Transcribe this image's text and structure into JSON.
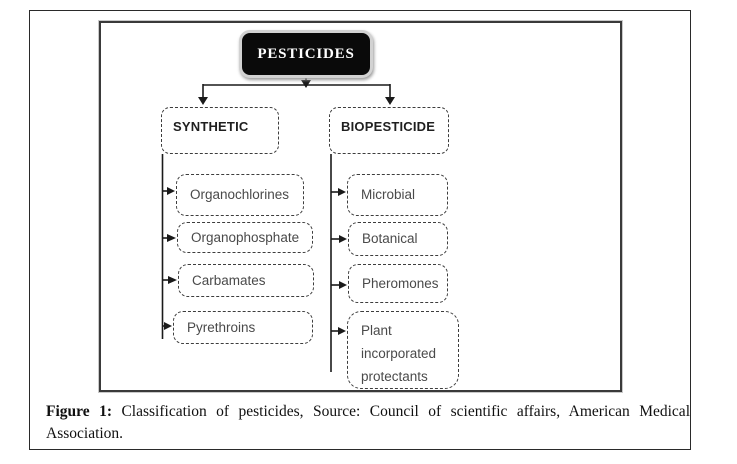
{
  "figure": {
    "root": {
      "label": "PESTICIDES"
    },
    "branches": [
      {
        "label": "SYNTHETIC",
        "children": [
          "Organochlorines",
          "Organophosphate",
          "Carbamates",
          "Pyrethroins"
        ]
      },
      {
        "label": "BIOPESTICIDE",
        "children": [
          "Microbial",
          "Botanical",
          "Pheromones",
          "Plant incorporated protectants"
        ]
      }
    ]
  },
  "caption": {
    "label": "Figure 1:",
    "line1": "Classification of pesticides, Source: Council of scientific affairs, American Medical",
    "line2": "Association."
  },
  "colors": {
    "root_fill": "#0a0a0a",
    "root_text": "#ffffff",
    "root_bevel": "#d2d2d2",
    "dashed_border": "#3d3d3d",
    "connector_line": "#1a1a1a",
    "leaf_text": "#4a4a4a",
    "frame_border": "#2a2a2a"
  }
}
